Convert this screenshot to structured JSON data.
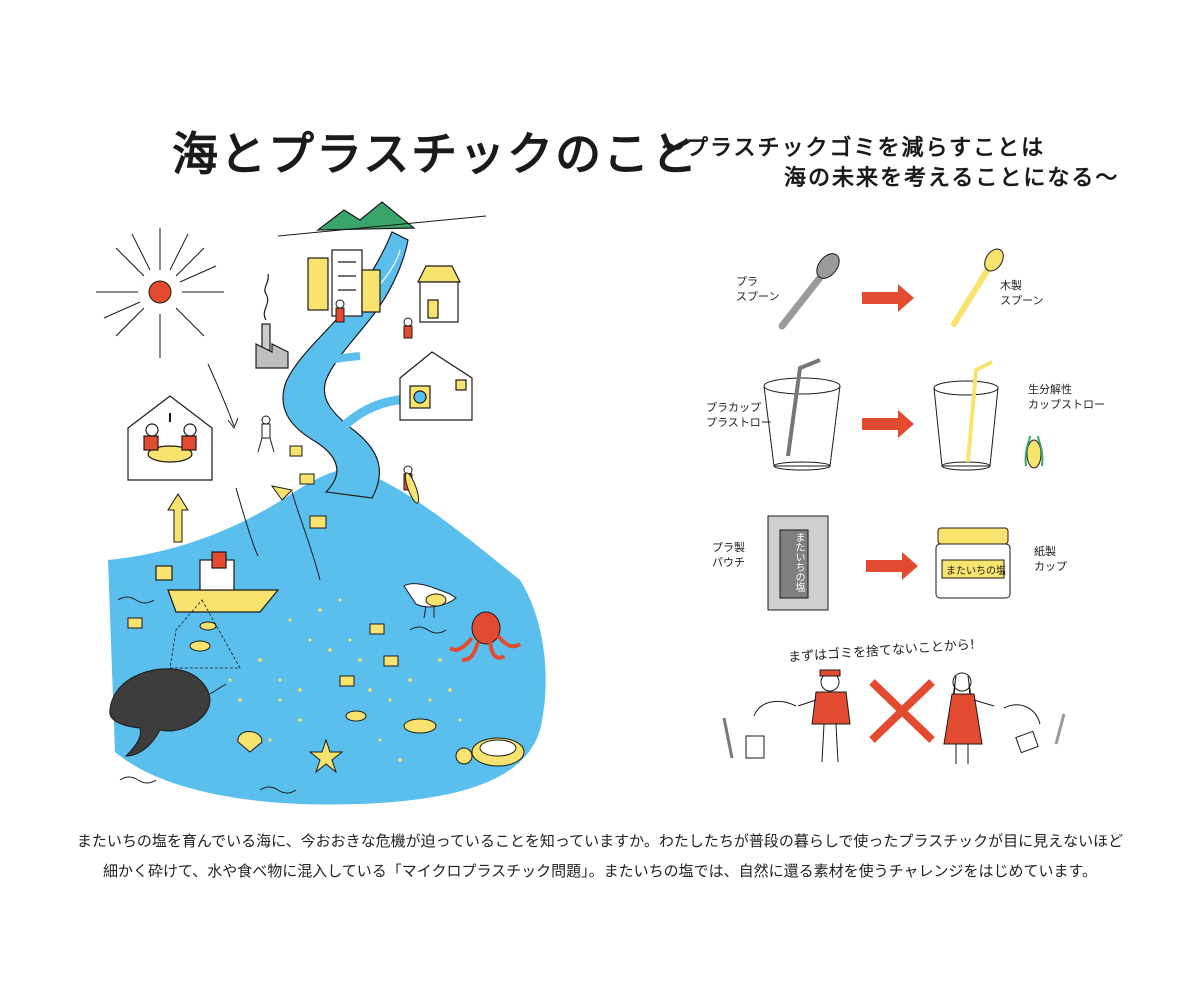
{
  "title": "海とプラスチックのこと",
  "subtitle_line1": "〜プラスチックゴミを減らすことは",
  "subtitle_line2": "海の未来を考えることになる〜",
  "labels": {
    "plastic_spoon": [
      "プラ",
      "スプーン"
    ],
    "wooden_spoon": [
      "木製",
      "スプーン"
    ],
    "plastic_cup_straw": [
      "プラカップ",
      "プラストロー"
    ],
    "bio_cup_straw": [
      "生分解性",
      "カップストロー"
    ],
    "plastic_pouch": [
      "プラ製",
      "パウチ"
    ],
    "paper_cup": [
      "紙製",
      "カップ"
    ],
    "pouch_text": "またいちの塩",
    "jar_text": "またいちの塩",
    "dont_litter": "まずはゴミを捨てないことから!"
  },
  "caption": {
    "line1": "またいちの塩を育んでいる海に、今おおきな危機が迫っていることを知っていますか。わたしたちが普段の暮らしで使ったプラスチックが目に見えないほど",
    "line2": "細かく砕けて、水や食べ物に混入している「マイクロプラスチック問題」。またいちの塩では、自然に還る素材を使うチャレンジをはじめています。"
  },
  "colors": {
    "sea": "#5bbfee",
    "plastic": "#f8e36e",
    "red": "#e34b30",
    "mountain": "#3aa56b",
    "ink": "#1a1a1a",
    "spoon_gray": "#9a9a9a",
    "whale": "#3d3d3d"
  }
}
